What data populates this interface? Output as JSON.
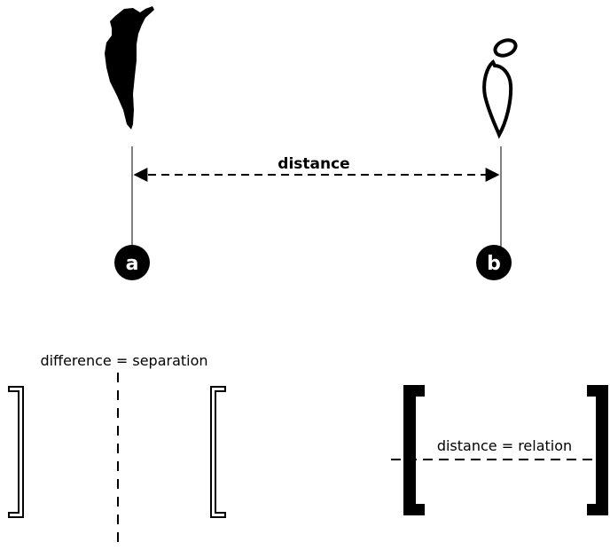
{
  "top": {
    "distance_label": "distance",
    "point_a": "a",
    "point_b": "b"
  },
  "bottom": {
    "left_caption": "difference = separation",
    "right_caption": "distance = relation"
  },
  "colors": {
    "ink": "#000000",
    "background": "#ffffff"
  },
  "icons": [
    "black-figure-icon",
    "outline-figure-icon"
  ]
}
